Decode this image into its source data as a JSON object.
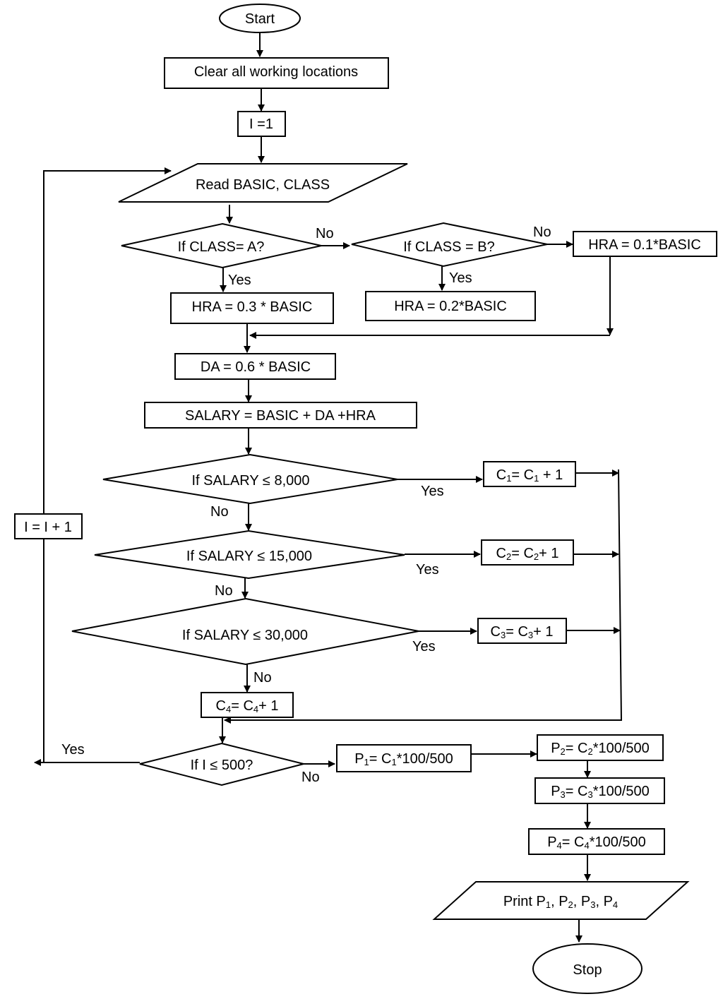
{
  "diagram": {
    "type": "flowchart",
    "colors": {
      "stroke": "#000000",
      "fill": "#ffffff",
      "text": "#000000"
    },
    "nodes": {
      "start": {
        "shape": "terminal",
        "text": "Start"
      },
      "clear": {
        "shape": "process",
        "text": "Clear all working locations"
      },
      "init": {
        "shape": "process",
        "text": "I =1"
      },
      "read": {
        "shape": "io",
        "text": "Read BASIC, CLASS"
      },
      "class_a": {
        "shape": "decision",
        "text": "If CLASS= A?"
      },
      "class_b": {
        "shape": "decision",
        "text": "If CLASS = B?"
      },
      "hra_01": {
        "shape": "process",
        "text": "HRA = 0.1*BASIC"
      },
      "hra_03": {
        "shape": "process",
        "text": "HRA = 0.3 * BASIC"
      },
      "hra_02": {
        "shape": "process",
        "text": "HRA = 0.2*BASIC"
      },
      "da": {
        "shape": "process",
        "text": "DA = 0.6 * BASIC"
      },
      "salary": {
        "shape": "process",
        "text": "SALARY = BASIC + DA +HRA"
      },
      "sal_8000": {
        "shape": "decision",
        "text": "If SALARY ≤ 8,000"
      },
      "sal_15000": {
        "shape": "decision",
        "text": "If SALARY ≤ 15,000"
      },
      "sal_30000": {
        "shape": "decision",
        "text": "If SALARY ≤ 30,000"
      },
      "c1": {
        "shape": "process",
        "parts": [
          "C",
          "1",
          "= C",
          "1",
          " + 1"
        ]
      },
      "c2": {
        "shape": "process",
        "parts": [
          "C",
          "2",
          "= C",
          "2",
          "+ 1"
        ]
      },
      "c3": {
        "shape": "process",
        "parts": [
          "C",
          "3",
          "= C",
          "3",
          "+ 1"
        ]
      },
      "c4": {
        "shape": "process",
        "parts": [
          "C",
          "4",
          "= C",
          "4",
          "+ 1"
        ]
      },
      "inc": {
        "shape": "process",
        "text": "I = I + 1"
      },
      "loop_check": {
        "shape": "decision",
        "text": "If I ≤ 500?"
      },
      "p1": {
        "shape": "process",
        "parts": [
          "P",
          "1",
          "= C",
          "1",
          "*100/500"
        ]
      },
      "p2": {
        "shape": "process",
        "parts": [
          "P",
          "2",
          "= C",
          "2",
          "*100/500"
        ]
      },
      "p3": {
        "shape": "process",
        "parts": [
          "P",
          "3",
          "= C",
          "3",
          "*100/500"
        ]
      },
      "p4": {
        "shape": "process",
        "parts": [
          "P",
          "4",
          "= C",
          "4",
          "*100/500"
        ]
      },
      "print": {
        "shape": "io",
        "parts": [
          "Print P",
          "1",
          ", P",
          "2",
          ", P",
          "3",
          ", P",
          "4"
        ]
      },
      "stop": {
        "shape": "terminal",
        "text": "Stop"
      }
    },
    "edge_labels": {
      "class_a_no": "No",
      "class_b_no": "No",
      "class_a_yes": "Yes",
      "class_b_yes": "Yes",
      "sal_8000_yes": "Yes",
      "sal_8000_no": "No",
      "sal_15000_yes": "Yes",
      "sal_15000_no": "No",
      "sal_30000_yes": "Yes",
      "sal_30000_no": "No",
      "loop_yes": "Yes",
      "loop_no": "No"
    },
    "edges": [
      [
        "start",
        "clear"
      ],
      [
        "clear",
        "init"
      ],
      [
        "init",
        "read"
      ],
      [
        "read",
        "class_a"
      ],
      [
        "class_a",
        "class_b",
        "No"
      ],
      [
        "class_b",
        "hra_01",
        "No"
      ],
      [
        "class_a",
        "hra_03",
        "Yes"
      ],
      [
        "class_b",
        "hra_02",
        "Yes"
      ],
      [
        "hra_01",
        "da"
      ],
      [
        "hra_03",
        "da"
      ],
      [
        "da",
        "salary"
      ],
      [
        "salary",
        "sal_8000"
      ],
      [
        "sal_8000",
        "c1",
        "Yes"
      ],
      [
        "sal_8000",
        "sal_15000",
        "No"
      ],
      [
        "sal_15000",
        "c2",
        "Yes"
      ],
      [
        "sal_15000",
        "sal_30000",
        "No"
      ],
      [
        "sal_30000",
        "c3",
        "Yes"
      ],
      [
        "sal_30000",
        "c4",
        "No"
      ],
      [
        "c1",
        "loop_check"
      ],
      [
        "c2",
        "loop_check"
      ],
      [
        "c3",
        "loop_check"
      ],
      [
        "c4",
        "loop_check"
      ],
      [
        "loop_check",
        "inc",
        "Yes"
      ],
      [
        "inc",
        "read"
      ],
      [
        "loop_check",
        "p1",
        "No"
      ],
      [
        "p1",
        "p2"
      ],
      [
        "p2",
        "p3"
      ],
      [
        "p3",
        "p4"
      ],
      [
        "p4",
        "print"
      ],
      [
        "print",
        "stop"
      ]
    ]
  }
}
